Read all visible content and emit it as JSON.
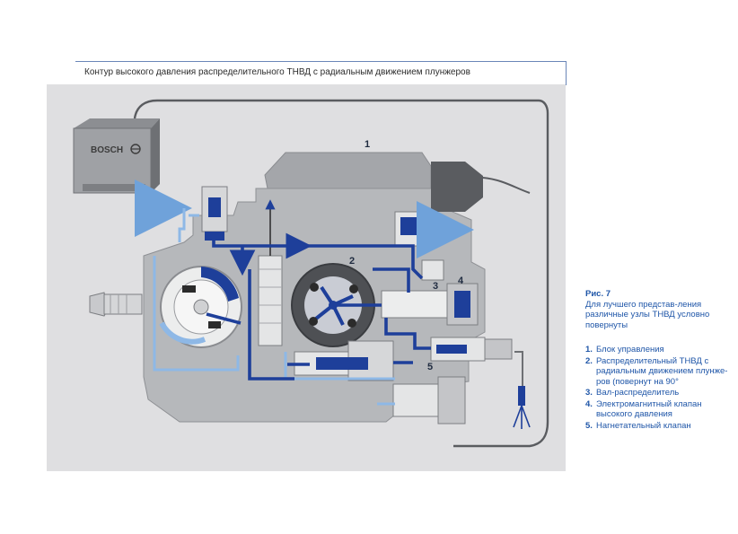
{
  "title": "Контур высокого давления распределительного ТНВД с радиальным движением плунжеров",
  "brand_label": "BOSCH",
  "figure": {
    "label": "Рис. 7",
    "description": "Для лучшего представ-ления различные узлы ТНВД условно повернуты"
  },
  "legend": [
    {
      "num": "1.",
      "text": "Блок управления"
    },
    {
      "num": "2.",
      "text": "Распределительный ТНВД с радиальным движением плунже-ров (повернут на 90°"
    },
    {
      "num": "3.",
      "text": "Вал-распределитель"
    },
    {
      "num": "4.",
      "text": "Электромагнитный клапан высокого давления"
    },
    {
      "num": "5.",
      "text": "Нагнетательный клапан"
    }
  ],
  "callouts": {
    "n1": "1",
    "n2": "2",
    "n3": "3",
    "n4": "4",
    "n5": "5"
  },
  "colors": {
    "accent_blue": "#1f56a8",
    "high_pressure": "#1e3f9a",
    "low_pressure": "#8eb8e6",
    "panel_bg": "#dfdfe1",
    "metal": "#9a9ca0"
  }
}
